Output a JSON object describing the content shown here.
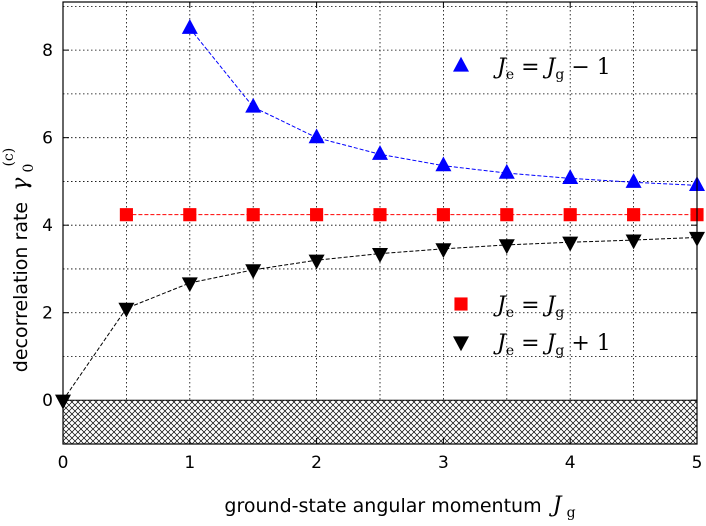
{
  "chart_data": {
    "type": "scatter",
    "xlabel": "ground-state angular momentum",
    "xlabel_symbol": "J",
    "xlabel_sub": "g",
    "ylabel": "decorrelation rate",
    "ylabel_symbol": "γ",
    "ylabel_sub": "0",
    "ylabel_sup": "(c)",
    "xlim": [
      0,
      5
    ],
    "ylim": [
      -1,
      9.1
    ],
    "xticks": [
      0,
      1,
      2,
      3,
      4,
      5
    ],
    "yticks": [
      0,
      2,
      4,
      6,
      8
    ],
    "grid": true,
    "hatched_region": {
      "y_from": -1,
      "y_to": 0
    },
    "series": [
      {
        "name": "J_e = J_g − 1",
        "legend": {
          "main": "J",
          "sub1": "e",
          "eq": " = ",
          "main2": "J",
          "sub2": "g",
          "tail": " − 1"
        },
        "marker": "triangle-up",
        "color": "#0000ff",
        "x": [
          1,
          1.5,
          2,
          2.5,
          3,
          3.5,
          4,
          4.5,
          5
        ],
        "y": [
          8.5,
          6.7,
          6.0,
          5.62,
          5.36,
          5.19,
          5.07,
          4.98,
          4.91
        ]
      },
      {
        "name": "J_e = J_g",
        "legend": {
          "main": "J",
          "sub1": "e",
          "eq": " = ",
          "main2": "J",
          "sub2": "g",
          "tail": ""
        },
        "marker": "square",
        "color": "#ff0000",
        "x": [
          0.5,
          1,
          1.5,
          2,
          2.5,
          3,
          3.5,
          4,
          4.5,
          5
        ],
        "y": [
          4.24,
          4.24,
          4.24,
          4.24,
          4.24,
          4.24,
          4.24,
          4.24,
          4.24,
          4.24
        ]
      },
      {
        "name": "J_e = J_g + 1",
        "legend": {
          "main": "J",
          "sub1": "e",
          "eq": " = ",
          "main2": "J",
          "sub2": "g",
          "tail": " + 1"
        },
        "marker": "triangle-down",
        "color": "#000000",
        "x": [
          0,
          0.5,
          1,
          1.5,
          2,
          2.5,
          3,
          3.5,
          4,
          4.5,
          5
        ],
        "y": [
          0,
          2.1,
          2.68,
          2.98,
          3.2,
          3.35,
          3.46,
          3.55,
          3.61,
          3.66,
          3.72
        ]
      }
    ]
  }
}
